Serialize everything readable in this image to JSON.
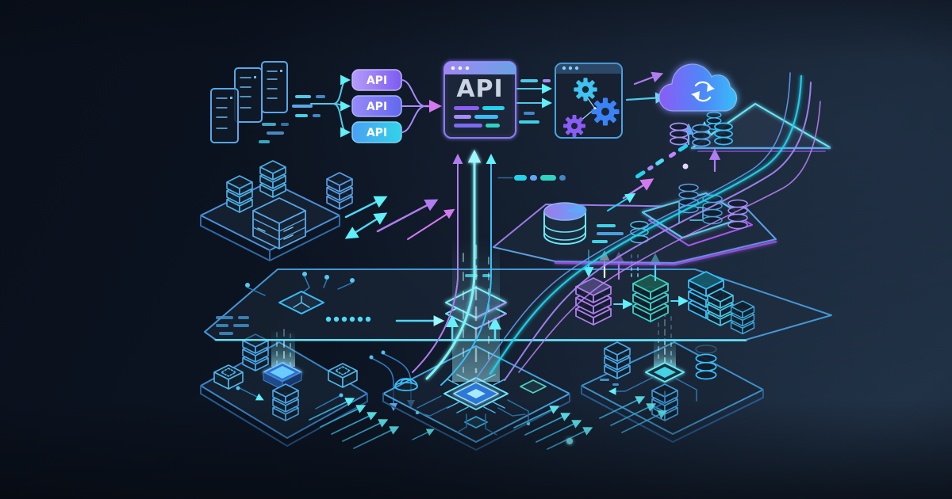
{
  "labels": {
    "api_pills": [
      "API",
      "API",
      "API"
    ],
    "api_window_title": "API"
  },
  "palette": {
    "background_dark": "#0a101b",
    "background_light": "#182638",
    "line_blue": "#4a9fe0",
    "cyan": "#22d3ee",
    "teal": "#2dd4bf",
    "blue": "#3b82f6",
    "purple": "#8b5cf6",
    "violet": "#a78bfa",
    "magenta": "#c084fc",
    "white_glow": "#e8f4ff"
  },
  "icons": {
    "cloud": "cloud-sync-icon",
    "gears": "gears-window-icon",
    "database": "database-cylinder-icon",
    "servers": "server-rack-icon",
    "chip": "cpu-chip-icon",
    "arrows": "flow-arrow-icon"
  }
}
